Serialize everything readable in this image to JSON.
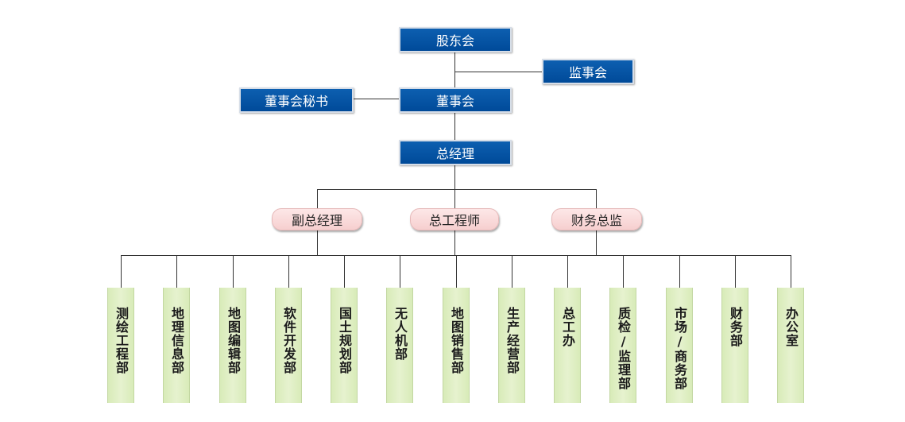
{
  "top_nodes": {
    "shareholders": "股东会",
    "supervisors": "监事会",
    "board": "董事会",
    "board_secretary": "董事会秘书",
    "general_manager": "总经理"
  },
  "executives": [
    "副总经理",
    "总工程师",
    "财务总监"
  ],
  "departments": [
    "测绘工程部",
    "地理信息部",
    "地图编辑部",
    "软件开发部",
    "国土规划部",
    "无人机部",
    "地图销售部",
    "生产经营部",
    "总工办",
    "质检/监理部",
    "市场/商务部",
    "财务部",
    "办公室"
  ],
  "colors": {
    "top_box": "#004a99",
    "executive_box": "#f6cfcf",
    "department_box": "#d8ebb8",
    "connector": "#333333"
  }
}
